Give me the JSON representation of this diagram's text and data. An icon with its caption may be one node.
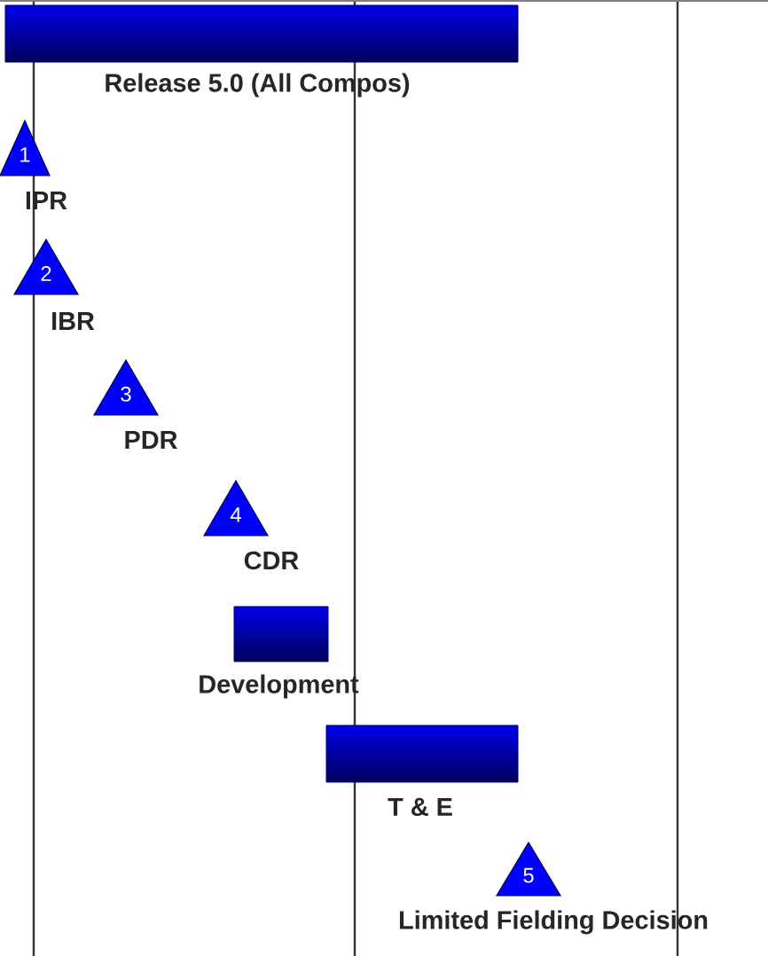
{
  "diagram": {
    "nodes": [
      {
        "text": [],
        "shape": "bar",
        "beside": [
          "Release 5.0 (All Compos)"
        ]
      },
      {
        "text": [
          "1"
        ],
        "beside": [
          "IPR"
        ]
      },
      {
        "text": [
          "2"
        ],
        "beside": [
          "IBR"
        ]
      },
      {
        "text": [
          "3"
        ],
        "beside": [
          "PDR"
        ]
      },
      {
        "text": [
          "4"
        ],
        "beside": [
          "CDR"
        ]
      },
      {
        "text": [],
        "shape": "bar",
        "beside": [
          "Development"
        ]
      },
      {
        "text": [],
        "shape": "bar",
        "beside": [
          "T & E"
        ]
      },
      {
        "text": [
          "5"
        ],
        "beside": [
          "Limited Fielding Decision"
        ]
      }
    ]
  }
}
